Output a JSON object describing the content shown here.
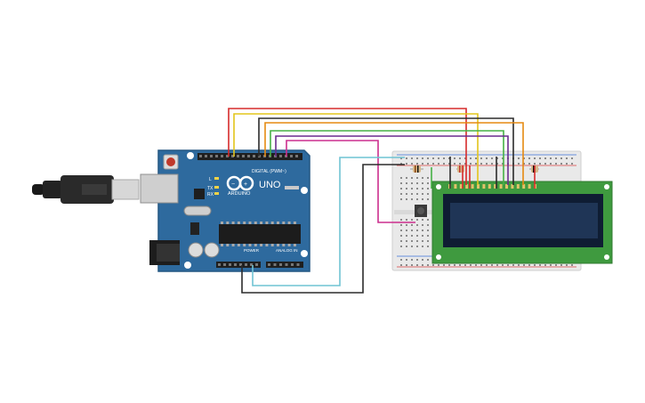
{
  "arduino": {
    "brand": "UNO",
    "header_digital": "DIGITAL (PWM~)",
    "header_power": "POWER",
    "header_analog": "ANALOG IN",
    "label_l": "L",
    "label_tx": "TX",
    "label_rx": "RX",
    "label_arduino": "ARDUINO"
  },
  "colors": {
    "board": "#2e6a9e",
    "breadboard": "#e9e9e9",
    "lcd_pcb": "#3f9a3f",
    "lcd_screen": "#1f3556",
    "wire_red": "#d62b2b",
    "wire_yellow": "#e3c51b",
    "wire_black": "#2b2b2b",
    "wire_orange": "#e58a12",
    "wire_green": "#46b045",
    "wire_purple": "#6a2c8e",
    "wire_magenta": "#cc2e8e",
    "wire_cyan": "#6fc3d3"
  },
  "components": {
    "usb_cable": "usb-cable",
    "pushbutton": "pushbutton",
    "resistors": 3,
    "lcd_rows": 2,
    "lcd_cols": 16
  }
}
